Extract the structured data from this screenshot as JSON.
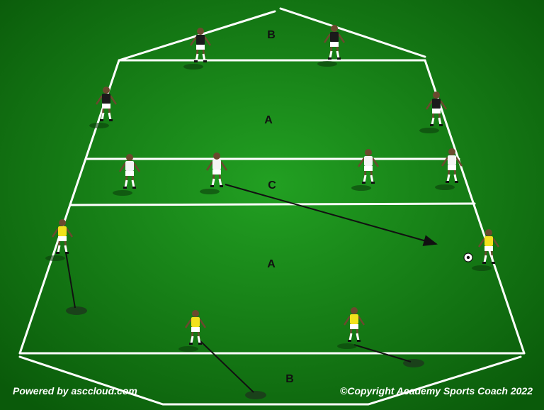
{
  "zones": {
    "top_b": "B",
    "upper_a": "A",
    "middle_c": "C",
    "lower_a": "A",
    "bottom_b": "B"
  },
  "footer": {
    "powered_by": "Powered by asccloud.com",
    "copyright": "©Copyright Academy Sports Coach 2022"
  },
  "colors": {
    "grass_light": "#1f8f1f",
    "grass_dark": "#0a5a0a",
    "lines": "#ffffff",
    "team_yellow": "#f2e21c",
    "team_white": "#f4f4f4",
    "team_black": "#1a1a1a"
  },
  "players": {
    "black_team_count": 4,
    "white_team_count": 4,
    "yellow_team_count": 4
  }
}
